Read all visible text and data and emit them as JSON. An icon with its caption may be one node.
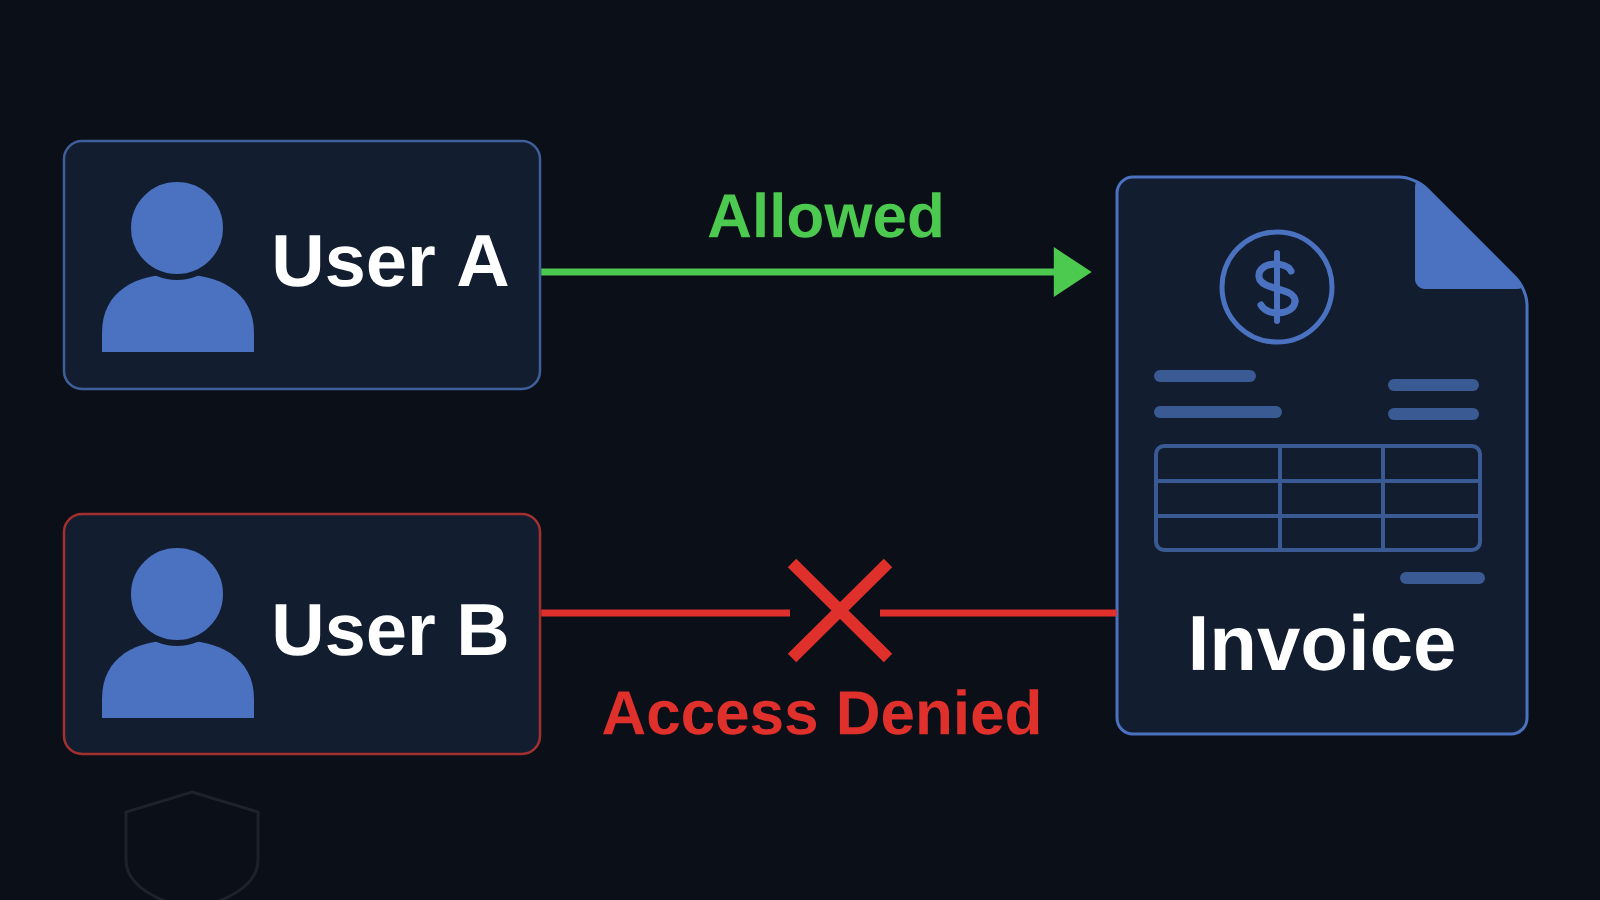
{
  "diagram": {
    "nodes": [
      {
        "text": [
          "User A"
        ]
      },
      {
        "text": [
          "User B"
        ]
      },
      {
        "text": [
          "Invoice"
        ]
      }
    ],
    "edges": [
      {
        "from": 0,
        "to": 2,
        "arrow": "to",
        "label": "Allowed",
        "color": "#4cc94f"
      },
      {
        "from": 1,
        "to": 2,
        "arrow": "none",
        "label": "Access Denied",
        "color": "#e0302c"
      }
    ]
  }
}
